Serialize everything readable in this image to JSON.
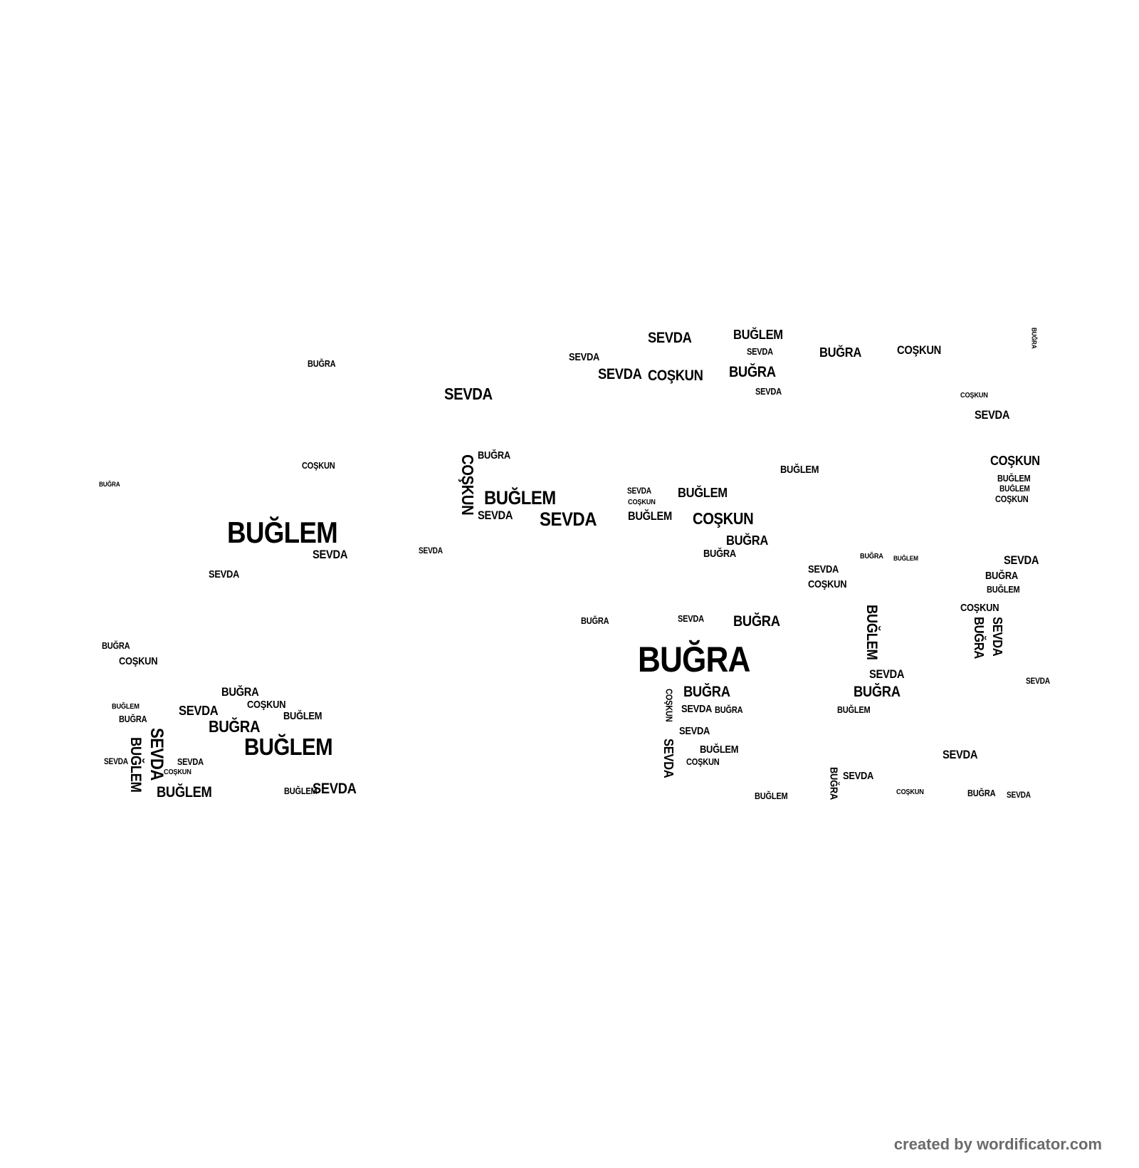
{
  "words": [
    "BUĞLEM",
    "BUĞRA",
    "BUĞLEM",
    "SEVDA",
    "BUĞLEM",
    "COŞKUN",
    "SEVDA",
    "SEVDA",
    "BUĞLEM",
    "BUĞRA",
    "SEVDA",
    "COŞKUN",
    "BUĞRA",
    "COŞKUN",
    "BUĞLEM",
    "BUĞLEM",
    "BUĞRA",
    "BUĞRA",
    "BUĞRA",
    "SEVDA",
    "BUĞRA",
    "SEVDA",
    "COŞKUN",
    "SEVDA",
    "SEVDA",
    "COŞKUN",
    "SEVDA",
    "BUĞRA",
    "SEVDA",
    "BUĞRA",
    "COŞKUN",
    "BUĞLEM",
    "SEVDA",
    "BUĞLEM",
    "COŞKUN",
    "SEVDA",
    "SEVDA",
    "BUĞRA",
    "COŞKUN",
    "SEVDA",
    "BUĞRA",
    "SEVDA",
    "COŞKUN",
    "SEVDA",
    "BUĞLEM",
    "SEVDA",
    "COŞKUN",
    "BUĞRA",
    "BUĞRA",
    "SEVDA",
    "SEVDA",
    "BUĞRA",
    "BUĞLEM",
    "SEVDA",
    "COŞKUN",
    "BUĞLEM",
    "BUĞLEM",
    "BUĞRA",
    "SEVDA",
    "COŞKUN",
    "BUĞLEM",
    "BUĞRA",
    "SEVDA",
    "COŞKUN",
    "BUĞRA",
    "SEVDA",
    "BUĞLEM",
    "SEVDA",
    "COŞKUN",
    "BUĞRA",
    "BUĞLEM",
    "SEVDA",
    "BUĞRA",
    "COŞKUN",
    "BUĞLEM",
    "SEVDA",
    "BUĞRA",
    "BUĞLEM",
    "SEVDA",
    "BUĞLEM",
    "BUĞRA",
    "COŞKUN",
    "BUĞLEM",
    "SEVDA",
    "BUĞRA",
    "SEVDA",
    "COŞKUN",
    "BUĞLEM",
    "SEVDA",
    "BUĞRA"
  ],
  "footer": "created by wordificator.com"
}
